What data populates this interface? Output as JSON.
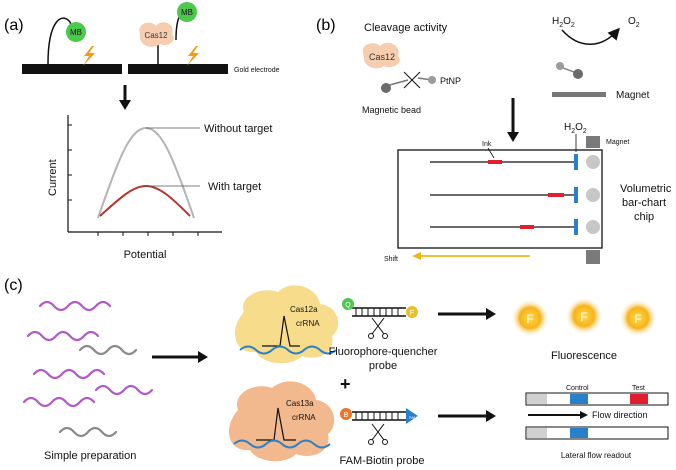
{
  "panel_a": {
    "label": "(a)",
    "mb": "MB",
    "cas12": "Cas12",
    "electrode": "Gold electrode",
    "ylabel": "Current",
    "xlabel": "Potential",
    "without": "Without target",
    "with": "With target",
    "colors": {
      "without": "#b5b5b5",
      "with": "#b5362c",
      "mb": "#4cc94c",
      "bolt": "#f39c12"
    }
  },
  "panel_b": {
    "label": "(b)",
    "cleavage": "Cleavage activity",
    "cas12": "Cas12",
    "ptnp": "PtNP",
    "bead": "Magnetic bead",
    "h2o2": "H",
    "h2o2_sub": "2",
    "h2o2_o": "O",
    "o2": "O",
    "o2_sub": "2",
    "magnet": "Magnet",
    "ink": "Ink",
    "chip_h2o2": "H",
    "chip_sub": "2",
    "chip_o": "O",
    "chip_magnet": "Magnet",
    "chip_title_1": "Volumetric",
    "chip_title_2": "bar-chart",
    "chip_title_3": "chip",
    "shift": "Shift",
    "colors": {
      "ink": "#e0202e",
      "barrier": "#2a7fc9",
      "shift": "#f1b51c"
    }
  },
  "panel_c": {
    "label": "(c)",
    "simple_prep": "Simple preparation",
    "cas12a": "Cas12a",
    "crrna_top": "crRNA",
    "cas13a": "Cas13a",
    "crrna_bottom": "crRNA",
    "fq_probe_1": "Fluorophore-quencher",
    "fq_probe_2": "probe",
    "fb_probe": "FAM-Biotin probe",
    "plus": "+",
    "fluorescence": "Fluorescence",
    "f": "F",
    "control": "Control",
    "test": "Test",
    "flow": "Flow direction",
    "lateral": "Lateral flow readout",
    "probe_q": "Q",
    "probe_f": "F",
    "probe_b": "B",
    "probe_fam": "FAM",
    "colors": {
      "strand_purple": "#b05bc6",
      "strand_gray": "#8a8a8a",
      "cas12a": "#f7dc8c",
      "cas13a": "#f2b98e",
      "fluor": "#f5b316",
      "control": "#2a7fc9",
      "test": "#e0202e"
    }
  }
}
